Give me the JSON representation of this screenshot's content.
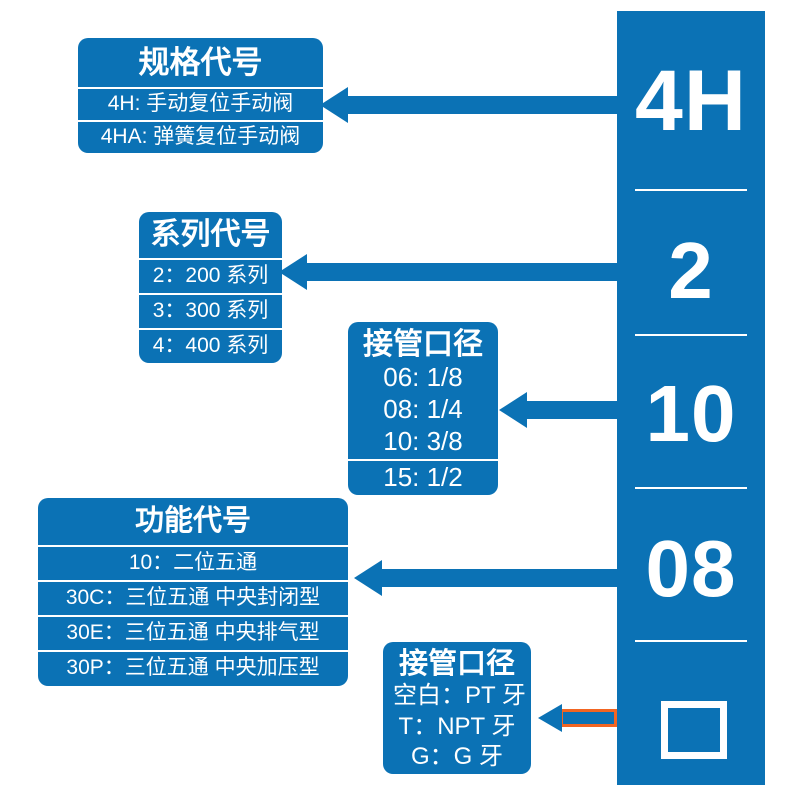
{
  "theme": {
    "blue": "#0B72B5",
    "orange": "#F26522",
    "white": "#FFFFFF"
  },
  "model_code": {
    "segments": [
      {
        "value": "4H"
      },
      {
        "value": "2"
      },
      {
        "value": "10"
      },
      {
        "value": "08"
      },
      {
        "value": ""
      }
    ]
  },
  "boxes": {
    "spec": {
      "title": "规格代号",
      "rows": [
        "4H: 手动复位手动阀",
        "4HA: 弹簧复位手动阀"
      ]
    },
    "series": {
      "title": "系列代号",
      "rows": [
        "2：200 系列",
        "3：300 系列",
        "4：400 系列"
      ]
    },
    "bore": {
      "title": "接管口径",
      "rows": [
        "06: 1/8",
        "08: 1/4",
        "10: 3/8",
        "15: 1/2"
      ]
    },
    "function": {
      "title": "功能代号",
      "rows": [
        "10：二位五通",
        "30C：三位五通 中央封闭型",
        "30E：三位五通 中央排气型",
        "30P：三位五通 中央加压型"
      ]
    },
    "thread": {
      "title": "接管口径",
      "rows": [
        "空白：PT 牙",
        "T：NPT 牙",
        "G：G 牙"
      ]
    }
  }
}
